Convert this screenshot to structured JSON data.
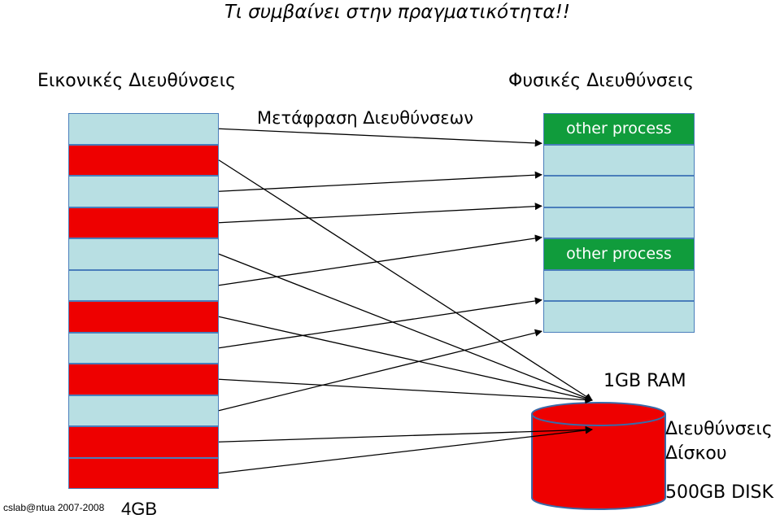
{
  "title": "Τι συμβαίνει στην πραγματικότητα!!",
  "virtual": {
    "heading": "Εικονικές Διευθύνσεις",
    "size_label": "4GB",
    "cells": [
      "light",
      "red",
      "light",
      "red",
      "light",
      "light",
      "red",
      "light",
      "red",
      "light",
      "red",
      "red"
    ]
  },
  "physical": {
    "heading": "Φυσικές Διευθύνσεις",
    "size_label": "1GB RAM",
    "cells": [
      {
        "kind": "other",
        "label": "other process"
      },
      {
        "kind": "light",
        "label": ""
      },
      {
        "kind": "light",
        "label": ""
      },
      {
        "kind": "light",
        "label": ""
      },
      {
        "kind": "other",
        "label": "other process"
      },
      {
        "kind": "light",
        "label": ""
      },
      {
        "kind": "light",
        "label": ""
      }
    ]
  },
  "translation": {
    "heading": "Μετάφραση Διευθύνσεων"
  },
  "disk": {
    "heading": "Διευθύνσεις Δίσκου",
    "size_label": "500GB DISK"
  },
  "footer": "cslab@ntua 2007-2008",
  "colors": {
    "light": "#b8dfe3",
    "red": "#ee0000",
    "other": "#109c3c",
    "border": "#4a7ebb"
  },
  "mappings": [
    {
      "from": 0,
      "to": "phys",
      "index": 0
    },
    {
      "from": 1,
      "to": "disk"
    },
    {
      "from": 2,
      "to": "phys",
      "index": 1
    },
    {
      "from": 3,
      "to": "phys",
      "index": 2
    },
    {
      "from": 4,
      "to": "disk"
    },
    {
      "from": 5,
      "to": "phys",
      "index": 3
    },
    {
      "from": 6,
      "to": "disk"
    },
    {
      "from": 7,
      "to": "phys",
      "index": 5
    },
    {
      "from": 8,
      "to": "disk"
    },
    {
      "from": 9,
      "to": "phys",
      "index": 6
    },
    {
      "from": 10,
      "to": "disk"
    },
    {
      "from": 11,
      "to": "disk"
    }
  ]
}
